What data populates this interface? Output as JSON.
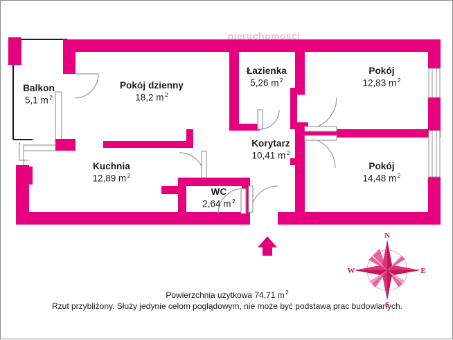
{
  "document": {
    "type": "floor-plan",
    "language": "pl",
    "watermark": "nieruchomosci"
  },
  "colors": {
    "wall": "#e6007e",
    "wall_dark": "#d6006f",
    "door_line": "#9a9a9a",
    "text": "#1b1b1b",
    "compass_primary": "#c2185b",
    "compass_light": "#e8629b",
    "border": "#8a8a8a",
    "balcony_outline": "#1b1b1b"
  },
  "rooms": [
    {
      "id": "balkon",
      "name": "Balkon",
      "area": "5,1 m",
      "unit_sup": "2"
    },
    {
      "id": "pokoj_dzienny",
      "name": "Pokój dzienny",
      "area": "18,2 m",
      "unit_sup": "2"
    },
    {
      "id": "kuchnia",
      "name": "Kuchnia",
      "area": "12,89 m",
      "unit_sup": "2"
    },
    {
      "id": "lazienka",
      "name": "Łazienka",
      "area": "5,26 m",
      "unit_sup": "2"
    },
    {
      "id": "wc",
      "name": "WC",
      "area": "2,64 m",
      "unit_sup": "2"
    },
    {
      "id": "korytarz",
      "name": "Korytarz",
      "area": "10,41 m",
      "unit_sup": "2"
    },
    {
      "id": "pokoj_1",
      "name": "Pokój",
      "area": "12,83 m",
      "unit_sup": "2"
    },
    {
      "id": "pokoj_2",
      "name": "Pokój",
      "area": "14,48 m",
      "unit_sup": "2"
    }
  ],
  "footer": {
    "total_area_text": "Powierzchnia użytkowa 74,71 m",
    "total_area_sup": "2",
    "disclaimer": "Rzut przybliżony. Służy jedynie celom poglądowym, nie może być podstawą prac budowlanych."
  },
  "compass": {
    "north": "N",
    "east": "E",
    "south": "S",
    "west": "W"
  },
  "entrance": {
    "marker": "entrance-arrow",
    "direction": "up"
  }
}
